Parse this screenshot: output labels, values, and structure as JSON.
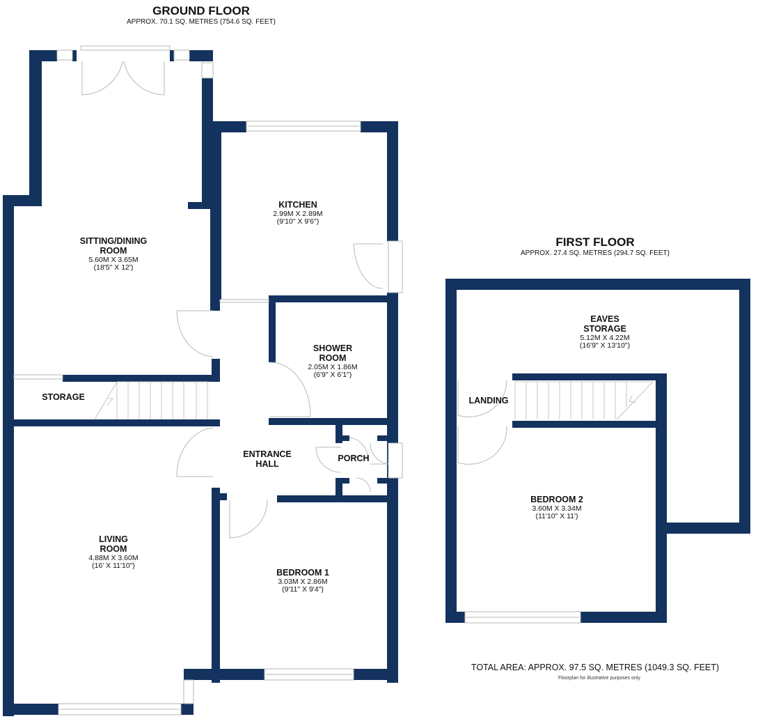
{
  "colors": {
    "wall": "#13325e",
    "background": "#ffffff",
    "fixture_line": "#b5b5b5"
  },
  "ground_floor": {
    "title": "GROUND FLOOR",
    "area": "APPROX. 70.1 SQ. METRES (754.6 SQ. FEET)",
    "rooms": {
      "sitting_dining": {
        "name_line1": "SITTING/DINING",
        "name_line2": "ROOM",
        "metric": "5.60M X 3.65M",
        "imperial": "(18'5\" X 12')"
      },
      "kitchen": {
        "name": "KITCHEN",
        "metric": "2.99M X 2.89M",
        "imperial": "(9'10\" X 9'6\")"
      },
      "shower_room": {
        "name_line1": "SHOWER",
        "name_line2": "ROOM",
        "metric": "2.05M X 1.86M",
        "imperial": "(6'9\" X 6'1\")"
      },
      "storage": {
        "name": "STORAGE"
      },
      "entrance_hall": {
        "name_line1": "ENTRANCE",
        "name_line2": "HALL"
      },
      "porch": {
        "name": "PORCH"
      },
      "living_room": {
        "name_line1": "LIVING",
        "name_line2": "ROOM",
        "metric": "4.88M X 3.60M",
        "imperial": "(16' X 11'10\")"
      },
      "bedroom1": {
        "name": "BEDROOM 1",
        "metric": "3.03M X 2.86M",
        "imperial": "(9'11\" X 9'4\")"
      }
    }
  },
  "first_floor": {
    "title": "FIRST FLOOR",
    "area": "APPROX. 27.4 SQ. METRES (294.7 SQ. FEET)",
    "rooms": {
      "eaves_storage": {
        "name_line1": "EAVES",
        "name_line2": "STORAGE",
        "metric": "5.12M X 4.22M",
        "imperial": "(16'9\" X 13'10\")"
      },
      "landing": {
        "name": "LANDING"
      },
      "bedroom2": {
        "name": "BEDROOM 2",
        "metric": "3.60M X 3.34M",
        "imperial": "(11'10\" X 11')"
      }
    }
  },
  "footer": {
    "total_area": "TOTAL AREA: APPROX. 97.5 SQ. METRES (1049.3 SQ. FEET)",
    "disclaimer": "Floorplan for illustrative purposes only"
  }
}
